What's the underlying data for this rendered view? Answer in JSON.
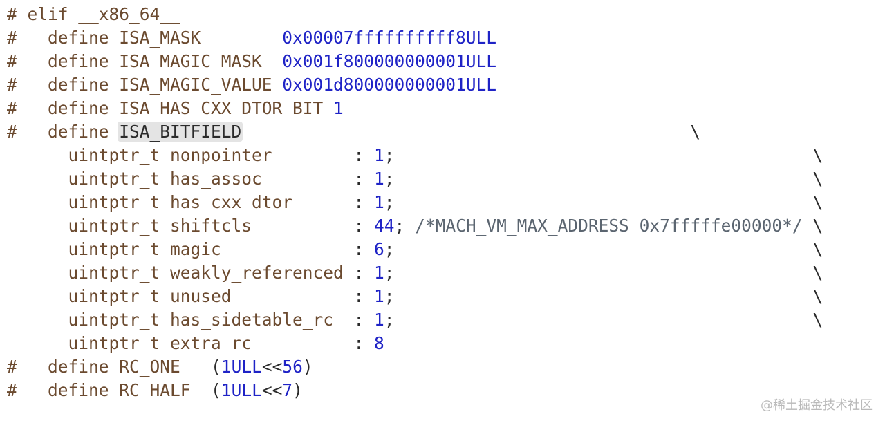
{
  "code_view": {
    "lines": [
      [
        {
          "t": "hash",
          "v": "# "
        },
        {
          "t": "kw",
          "v": "elif __x86_64__"
        }
      ],
      [
        {
          "t": "hash",
          "v": "#   "
        },
        {
          "t": "kw",
          "v": "define "
        },
        {
          "t": "id",
          "v": "ISA_MASK        "
        },
        {
          "t": "num",
          "v": "0x00007ffffffffff8ULL"
        }
      ],
      [
        {
          "t": "hash",
          "v": "#   "
        },
        {
          "t": "kw",
          "v": "define "
        },
        {
          "t": "id",
          "v": "ISA_MAGIC_MASK  "
        },
        {
          "t": "num",
          "v": "0x001f800000000001ULL"
        }
      ],
      [
        {
          "t": "hash",
          "v": "#   "
        },
        {
          "t": "kw",
          "v": "define "
        },
        {
          "t": "id",
          "v": "ISA_MAGIC_VALUE "
        },
        {
          "t": "num",
          "v": "0x001d800000000001ULL"
        }
      ],
      [
        {
          "t": "hash",
          "v": "#   "
        },
        {
          "t": "kw",
          "v": "define "
        },
        {
          "t": "id",
          "v": "ISA_HAS_CXX_DTOR_BIT "
        },
        {
          "t": "num",
          "v": "1"
        }
      ],
      [
        {
          "t": "hash",
          "v": "#   "
        },
        {
          "t": "kw",
          "v": "define "
        },
        {
          "t": "hl",
          "v": "ISA_BITFIELD"
        },
        {
          "t": "cont",
          "v": "                                            \\"
        }
      ],
      [
        {
          "t": "id",
          "v": "      uintptr_t nonpointer        "
        },
        {
          "t": "plain",
          "v": ": "
        },
        {
          "t": "num",
          "v": "1"
        },
        {
          "t": "plain",
          "v": ";"
        },
        {
          "t": "cont",
          "v": "                                         \\"
        }
      ],
      [
        {
          "t": "id",
          "v": "      uintptr_t has_assoc         "
        },
        {
          "t": "plain",
          "v": ": "
        },
        {
          "t": "num",
          "v": "1"
        },
        {
          "t": "plain",
          "v": ";"
        },
        {
          "t": "cont",
          "v": "                                         \\"
        }
      ],
      [
        {
          "t": "id",
          "v": "      uintptr_t has_cxx_dtor      "
        },
        {
          "t": "plain",
          "v": ": "
        },
        {
          "t": "num",
          "v": "1"
        },
        {
          "t": "plain",
          "v": ";"
        },
        {
          "t": "cont",
          "v": "                                         \\"
        }
      ],
      [
        {
          "t": "id",
          "v": "      uintptr_t shiftcls          "
        },
        {
          "t": "plain",
          "v": ": "
        },
        {
          "t": "num",
          "v": "44"
        },
        {
          "t": "plain",
          "v": "; "
        },
        {
          "t": "comment",
          "v": "/*MACH_VM_MAX_ADDRESS 0x7fffffe00000*/"
        },
        {
          "t": "cont",
          "v": " \\"
        }
      ],
      [
        {
          "t": "id",
          "v": "      uintptr_t magic             "
        },
        {
          "t": "plain",
          "v": ": "
        },
        {
          "t": "num",
          "v": "6"
        },
        {
          "t": "plain",
          "v": ";"
        },
        {
          "t": "cont",
          "v": "                                         \\"
        }
      ],
      [
        {
          "t": "id",
          "v": "      uintptr_t weakly_referenced "
        },
        {
          "t": "plain",
          "v": ": "
        },
        {
          "t": "num",
          "v": "1"
        },
        {
          "t": "plain",
          "v": ";"
        },
        {
          "t": "cont",
          "v": "                                         \\"
        }
      ],
      [
        {
          "t": "id",
          "v": "      uintptr_t unused            "
        },
        {
          "t": "plain",
          "v": ": "
        },
        {
          "t": "num",
          "v": "1"
        },
        {
          "t": "plain",
          "v": ";"
        },
        {
          "t": "cont",
          "v": "                                         \\"
        }
      ],
      [
        {
          "t": "id",
          "v": "      uintptr_t has_sidetable_rc  "
        },
        {
          "t": "plain",
          "v": ": "
        },
        {
          "t": "num",
          "v": "1"
        },
        {
          "t": "plain",
          "v": ";"
        },
        {
          "t": "cont",
          "v": "                                         \\"
        }
      ],
      [
        {
          "t": "id",
          "v": "      uintptr_t extra_rc          "
        },
        {
          "t": "plain",
          "v": ": "
        },
        {
          "t": "num",
          "v": "8"
        }
      ],
      [
        {
          "t": "hash",
          "v": "#   "
        },
        {
          "t": "kw",
          "v": "define "
        },
        {
          "t": "id",
          "v": "RC_ONE   "
        },
        {
          "t": "plain",
          "v": "("
        },
        {
          "t": "num",
          "v": "1ULL"
        },
        {
          "t": "plain",
          "v": "<<"
        },
        {
          "t": "num",
          "v": "56"
        },
        {
          "t": "plain",
          "v": ")"
        }
      ],
      [
        {
          "t": "hash",
          "v": "#   "
        },
        {
          "t": "kw",
          "v": "define "
        },
        {
          "t": "id",
          "v": "RC_HALF  "
        },
        {
          "t": "plain",
          "v": "("
        },
        {
          "t": "num",
          "v": "1ULL"
        },
        {
          "t": "plain",
          "v": "<<"
        },
        {
          "t": "num",
          "v": "7"
        },
        {
          "t": "plain",
          "v": ")"
        }
      ]
    ]
  },
  "watermark": "@稀土掘金技术社区",
  "colors": {
    "directive": "#6b4a2f",
    "number": "#1f23c6",
    "comment": "#5b6570",
    "plain": "#2b2b2b",
    "highlight_bg": "#e4e4e4"
  }
}
